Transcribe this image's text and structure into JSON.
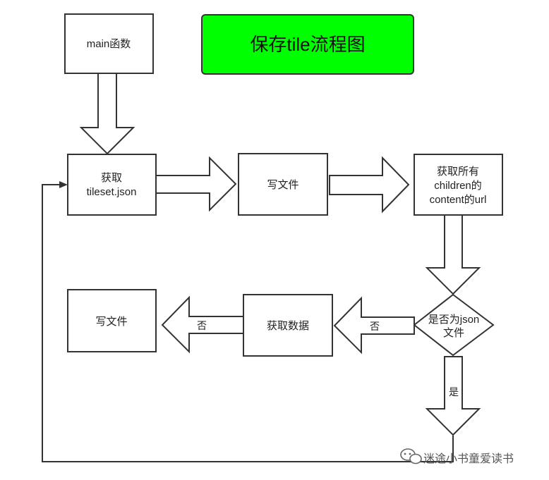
{
  "title": "保存tile流程图",
  "title_color": "#00ff00",
  "nodes": {
    "main": "main函数",
    "get_tileset_line1": "获取",
    "get_tileset_line2": "tileset.json",
    "write_file_top": "写文件",
    "get_children_line1": "获取所有",
    "get_children_line2": "children的",
    "get_children_line3": "content的url",
    "decision_line1": "是否为json",
    "decision_line2": "文件",
    "get_data": "获取数据",
    "write_file_bottom": "写文件"
  },
  "edge_labels": {
    "no_1": "否",
    "no_2": "否",
    "yes": "是"
  },
  "watermark": {
    "text": "迷途小书童爱读书",
    "icon": "wechat-icon"
  }
}
